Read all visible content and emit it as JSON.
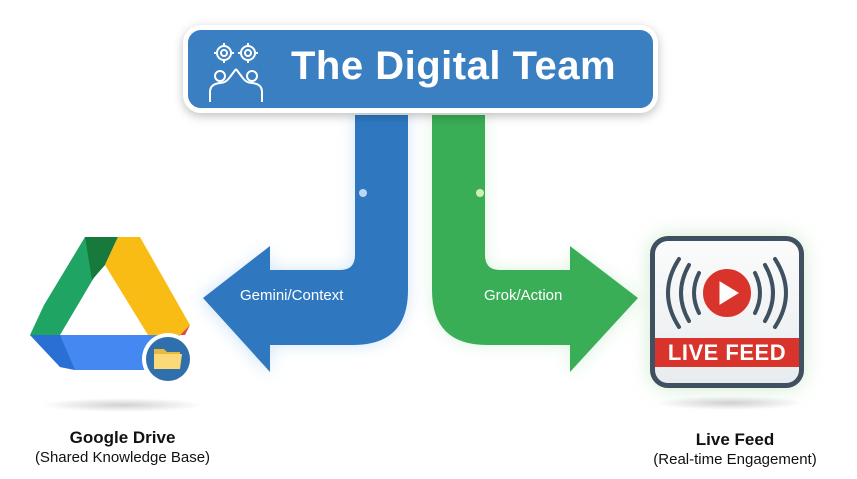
{
  "header": {
    "title": "The Digital Team",
    "icon": "team-gears-icon",
    "color": "#3a7fc1"
  },
  "arrows": [
    {
      "label": "Gemini/Context",
      "direction": "left",
      "color": "#2f78c0"
    },
    {
      "label": "Grok/Action",
      "direction": "right",
      "color": "#3aad57"
    }
  ],
  "nodes": {
    "left": {
      "icon": "google-drive-icon",
      "badge_icon": "folder-icon",
      "name": "Google Drive",
      "subtitle": "(Shared Knowledge Base)"
    },
    "right": {
      "icon": "live-broadcast-icon",
      "banner": "LIVE FEED",
      "name": "Live Feed",
      "subtitle": "(Real-time Engagement)"
    }
  }
}
